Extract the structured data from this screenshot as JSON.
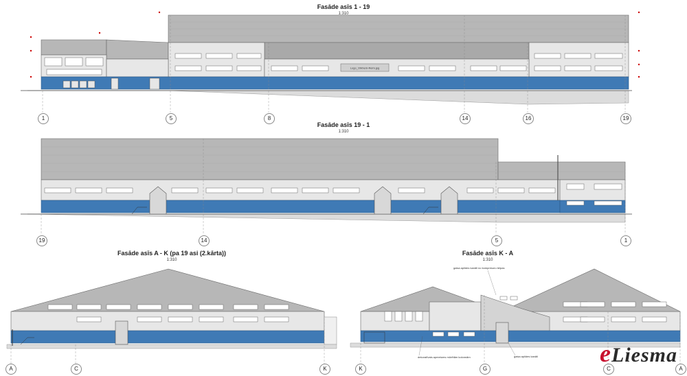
{
  "drawings": [
    {
      "title": "Fasāde asīs 1 - 19",
      "scale": "1:310",
      "axes": [
        "1",
        "5",
        "8",
        "14",
        "16",
        "19"
      ],
      "sign_text": "Logo_Orkhem-Reim.jpg"
    },
    {
      "title": "Fasāde asīs 19 - 1",
      "scale": "1:310",
      "axes": [
        "19",
        "14",
        "5",
        "1"
      ]
    },
    {
      "title": "Fasāde asīs A - K (pa 19 asi (2.kārta))",
      "scale": "1:310",
      "axes": [
        "A",
        "C",
        "K"
      ]
    },
    {
      "title": "Fasāde asīs K - A",
      "scale": "1:310",
      "axes": [
        "K",
        "G",
        "C",
        "A"
      ],
      "notes": [
        "gaisa apildes kanāli no kompresoru telpas",
        "gaisa apildes kanāli",
        "dekoratīvais apmetums mūrētām kolonnām"
      ]
    }
  ],
  "watermark": {
    "e": "e",
    "rest": "Liesma"
  },
  "colors": {
    "roof": "#b4b4b4",
    "wall": "#e6e6e6",
    "plinth": "#3f7ab5",
    "window": "#ffffff",
    "line": "#555555"
  }
}
